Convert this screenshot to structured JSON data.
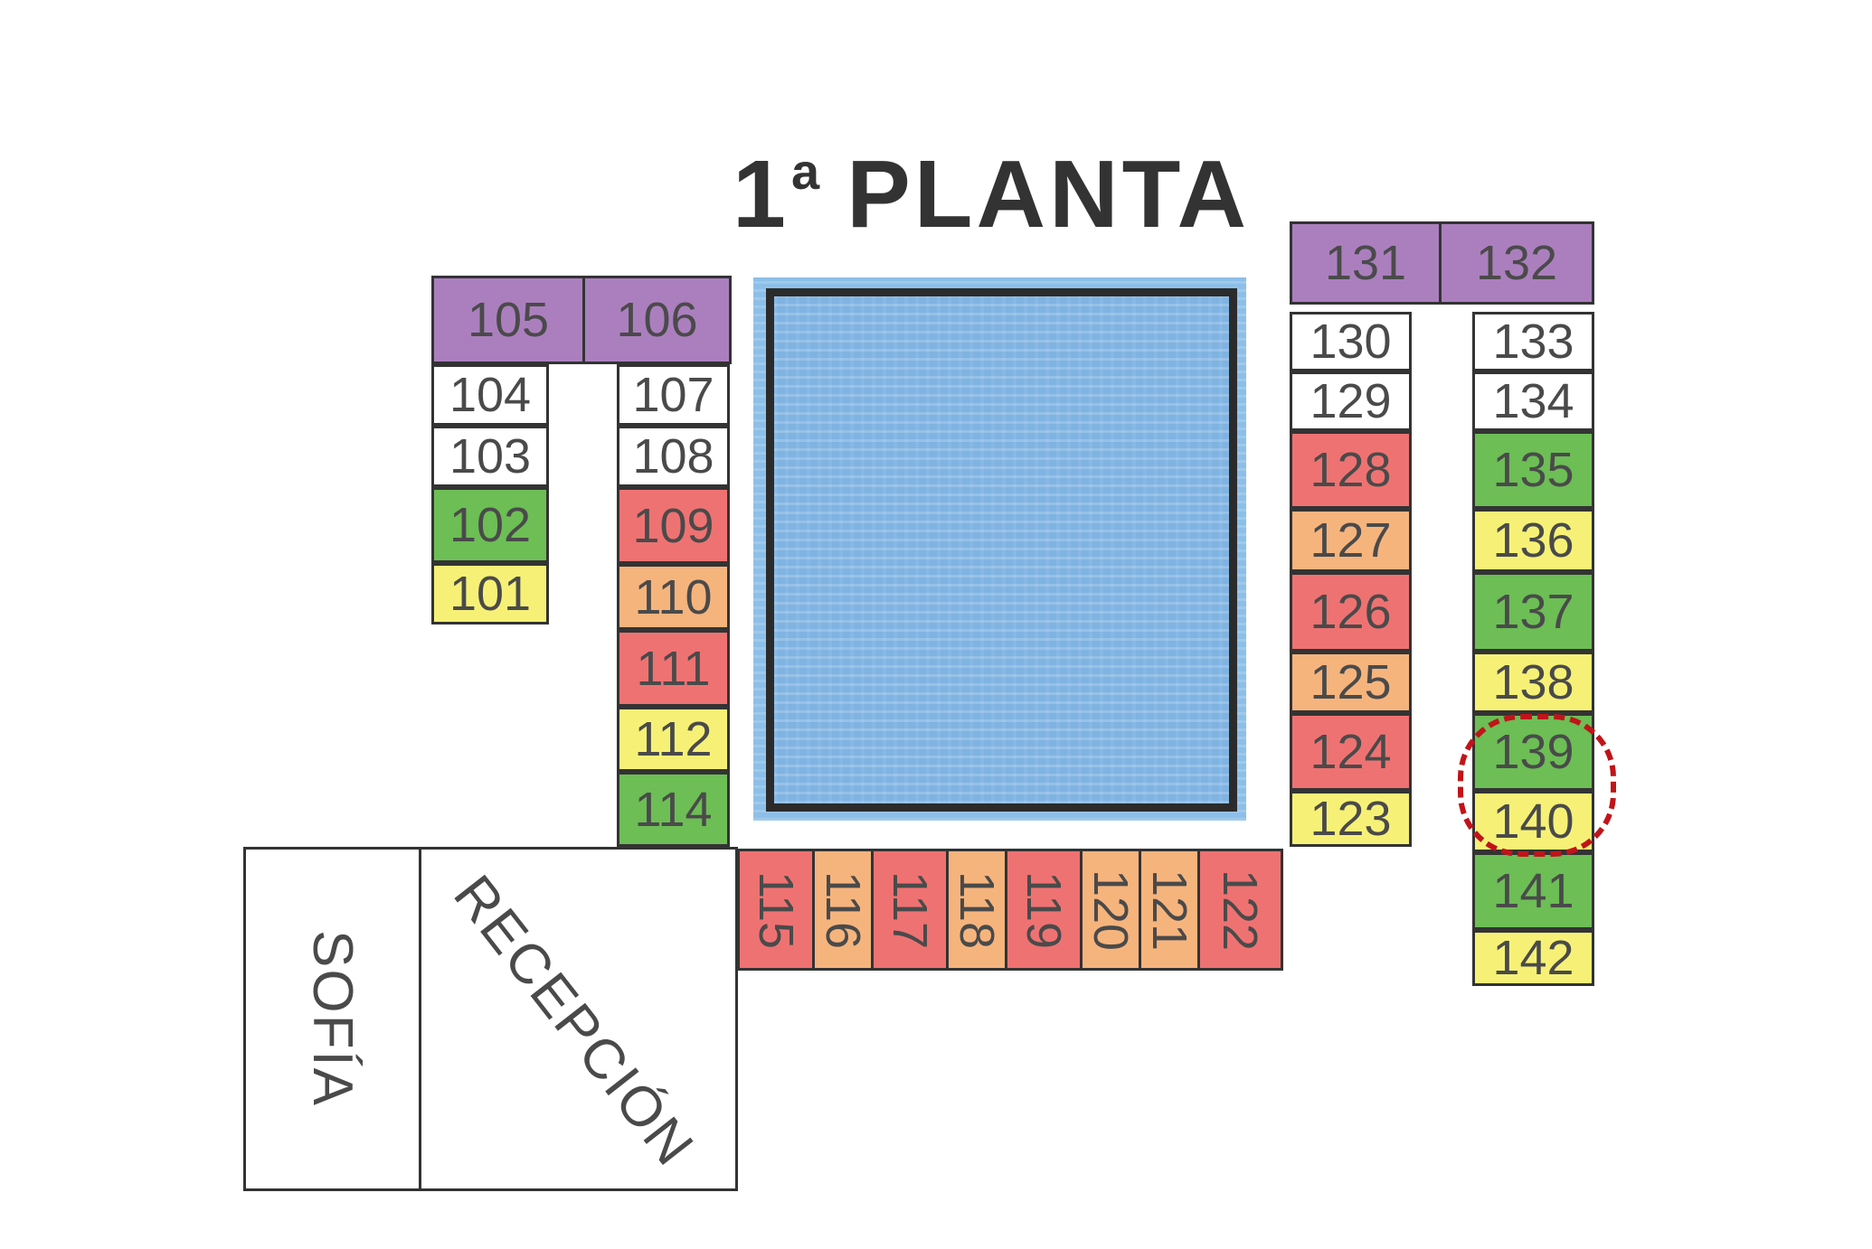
{
  "title": {
    "main": "1",
    "sup": "a",
    "word": "PLANTA"
  },
  "colors": {
    "purple": "#ab7fbe",
    "white": "#ffffff",
    "green": "#6cbe55",
    "yellow": "#f6f176",
    "red": "#ef7272",
    "orange": "#f6b47d",
    "pool": "#7fb3e2",
    "marker": "#c0141a"
  },
  "rooms": [
    {
      "n": "105",
      "c": "purple"
    },
    {
      "n": "106",
      "c": "purple"
    },
    {
      "n": "104",
      "c": "white"
    },
    {
      "n": "103",
      "c": "white"
    },
    {
      "n": "102",
      "c": "green"
    },
    {
      "n": "101",
      "c": "yellow"
    },
    {
      "n": "107",
      "c": "white"
    },
    {
      "n": "108",
      "c": "white"
    },
    {
      "n": "109",
      "c": "red"
    },
    {
      "n": "110",
      "c": "orange"
    },
    {
      "n": "111",
      "c": "red"
    },
    {
      "n": "112",
      "c": "yellow"
    },
    {
      "n": "114",
      "c": "green"
    },
    {
      "n": "115",
      "c": "red"
    },
    {
      "n": "116",
      "c": "orange"
    },
    {
      "n": "117",
      "c": "red"
    },
    {
      "n": "118",
      "c": "orange"
    },
    {
      "n": "119",
      "c": "red"
    },
    {
      "n": "120",
      "c": "orange"
    },
    {
      "n": "121",
      "c": "orange"
    },
    {
      "n": "122",
      "c": "red"
    },
    {
      "n": "131",
      "c": "purple"
    },
    {
      "n": "132",
      "c": "purple"
    },
    {
      "n": "130",
      "c": "white"
    },
    {
      "n": "129",
      "c": "white"
    },
    {
      "n": "128",
      "c": "red"
    },
    {
      "n": "127",
      "c": "orange"
    },
    {
      "n": "126",
      "c": "red"
    },
    {
      "n": "125",
      "c": "orange"
    },
    {
      "n": "124",
      "c": "red"
    },
    {
      "n": "123",
      "c": "yellow"
    },
    {
      "n": "133",
      "c": "white"
    },
    {
      "n": "134",
      "c": "white"
    },
    {
      "n": "135",
      "c": "green"
    },
    {
      "n": "136",
      "c": "yellow"
    },
    {
      "n": "137",
      "c": "green"
    },
    {
      "n": "138",
      "c": "yellow"
    },
    {
      "n": "139",
      "c": "green"
    },
    {
      "n": "140",
      "c": "yellow"
    },
    {
      "n": "141",
      "c": "green"
    },
    {
      "n": "142",
      "c": "yellow"
    }
  ],
  "facilities": {
    "sofia": "SOFÍA",
    "recepcion": "RECEPCIÓN"
  },
  "highlighted_rooms": [
    "139",
    "140"
  ]
}
